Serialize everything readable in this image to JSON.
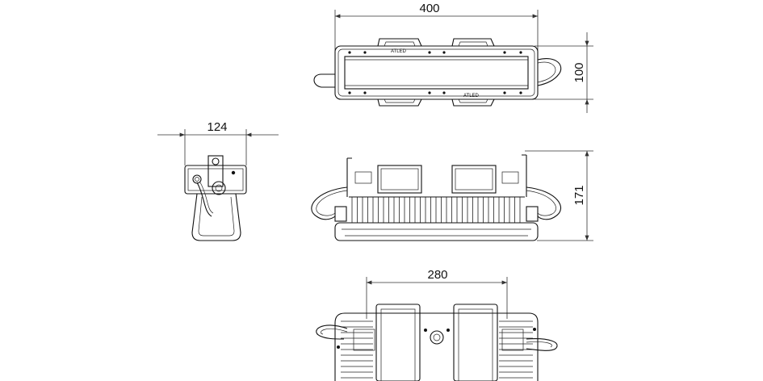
{
  "dimensions": {
    "top_width": "400",
    "top_height": "100",
    "side_depth": "124",
    "front_height": "171",
    "bottom_spacing": "280"
  },
  "markings": {
    "brand": "ATLED",
    "brand_rev": "ATLED"
  }
}
